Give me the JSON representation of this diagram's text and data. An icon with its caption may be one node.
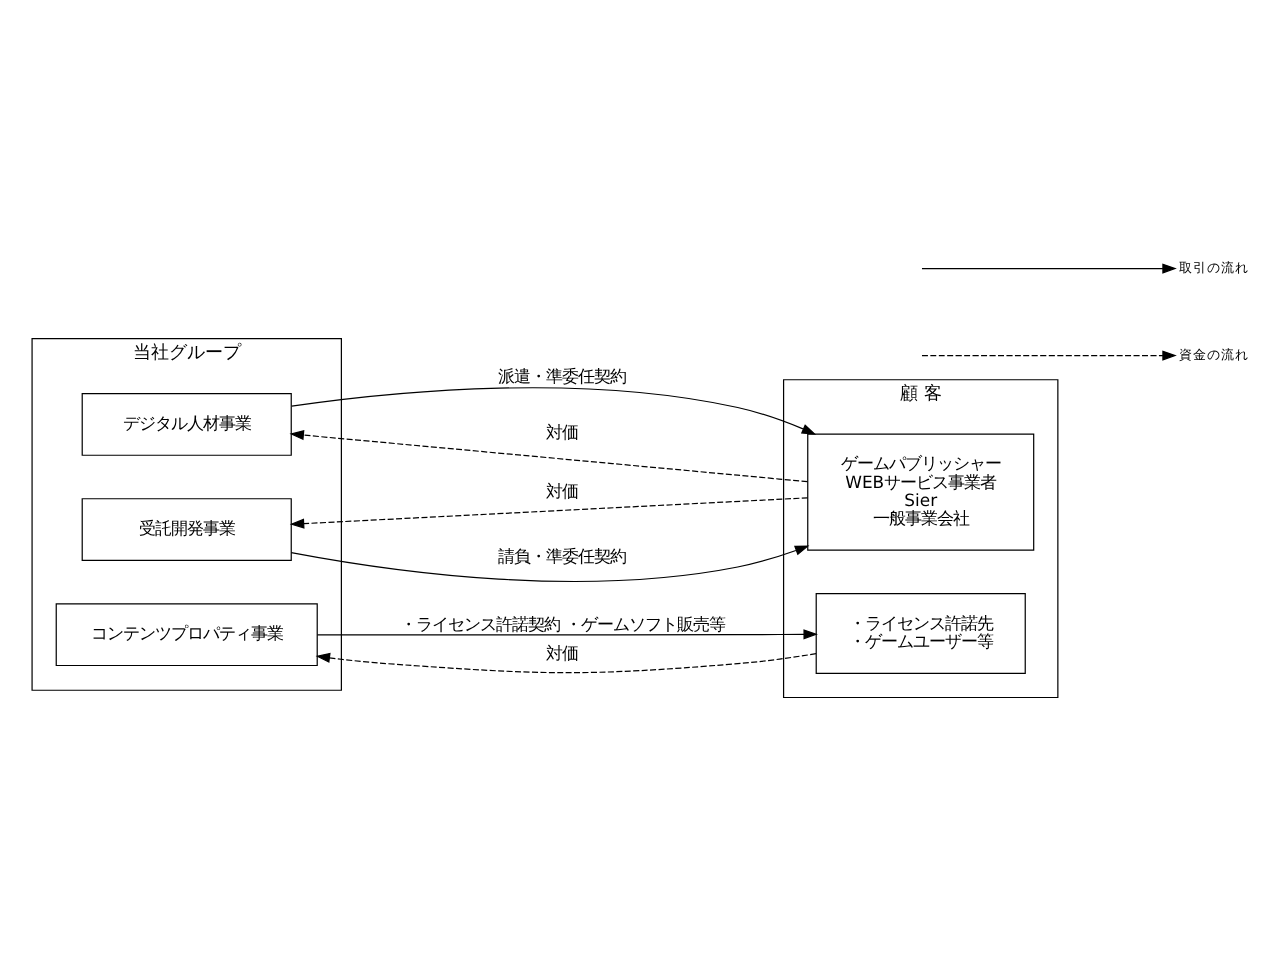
{
  "diagram": {
    "nodes": [
      {
        "text": [
          "当社グループ"
        ]
      },
      {
        "text": [
          "デジタル人材事業"
        ],
        "in": 0
      },
      {
        "text": [
          "受託開発事業"
        ],
        "in": 0
      },
      {
        "text": [
          "コンテンツプロパティ事業"
        ],
        "in": 0
      },
      {
        "text": [
          "顧 客"
        ]
      },
      {
        "text": [
          "ゲームパブリッシャー",
          "WEBサービス事業者",
          "Sier",
          "一般事業会社"
        ],
        "in": 4
      },
      {
        "text": [
          "・ライセンス許諾先",
          "・ゲームユーザー等"
        ],
        "in": 4
      }
    ],
    "edges": [
      {
        "from": 1,
        "to": 5,
        "arrow": "to",
        "label": "派遣・準委任契約"
      },
      {
        "from": 5,
        "to": 1,
        "arrow": "to",
        "label": "対価",
        "style": "dashed"
      },
      {
        "from": 2,
        "to": 5,
        "arrow": "to",
        "label": "請負・準委任契約"
      },
      {
        "from": 5,
        "to": 2,
        "arrow": "to",
        "label": "対価",
        "style": "dashed"
      },
      {
        "from": 3,
        "to": 6,
        "arrow": "to",
        "label": "・ライセンス許諾契約 ・ゲームソフト販売等"
      },
      {
        "from": 6,
        "to": 3,
        "arrow": "to",
        "label": "対価",
        "style": "dashed"
      }
    ],
    "legend": [
      {
        "text": "取引の流れ"
      },
      {
        "text": "資金の流れ"
      }
    ]
  }
}
